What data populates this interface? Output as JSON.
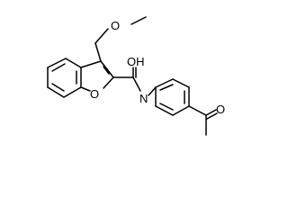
{
  "molecule": {
    "atom_labels": {
      "methoxy_o": "O",
      "amide_o": "OH",
      "furan_o": "O",
      "amide_n": "N",
      "ketone_o": "O"
    },
    "colors": {
      "bond": "#000000",
      "text": "#000000",
      "background": "#ffffff"
    }
  }
}
